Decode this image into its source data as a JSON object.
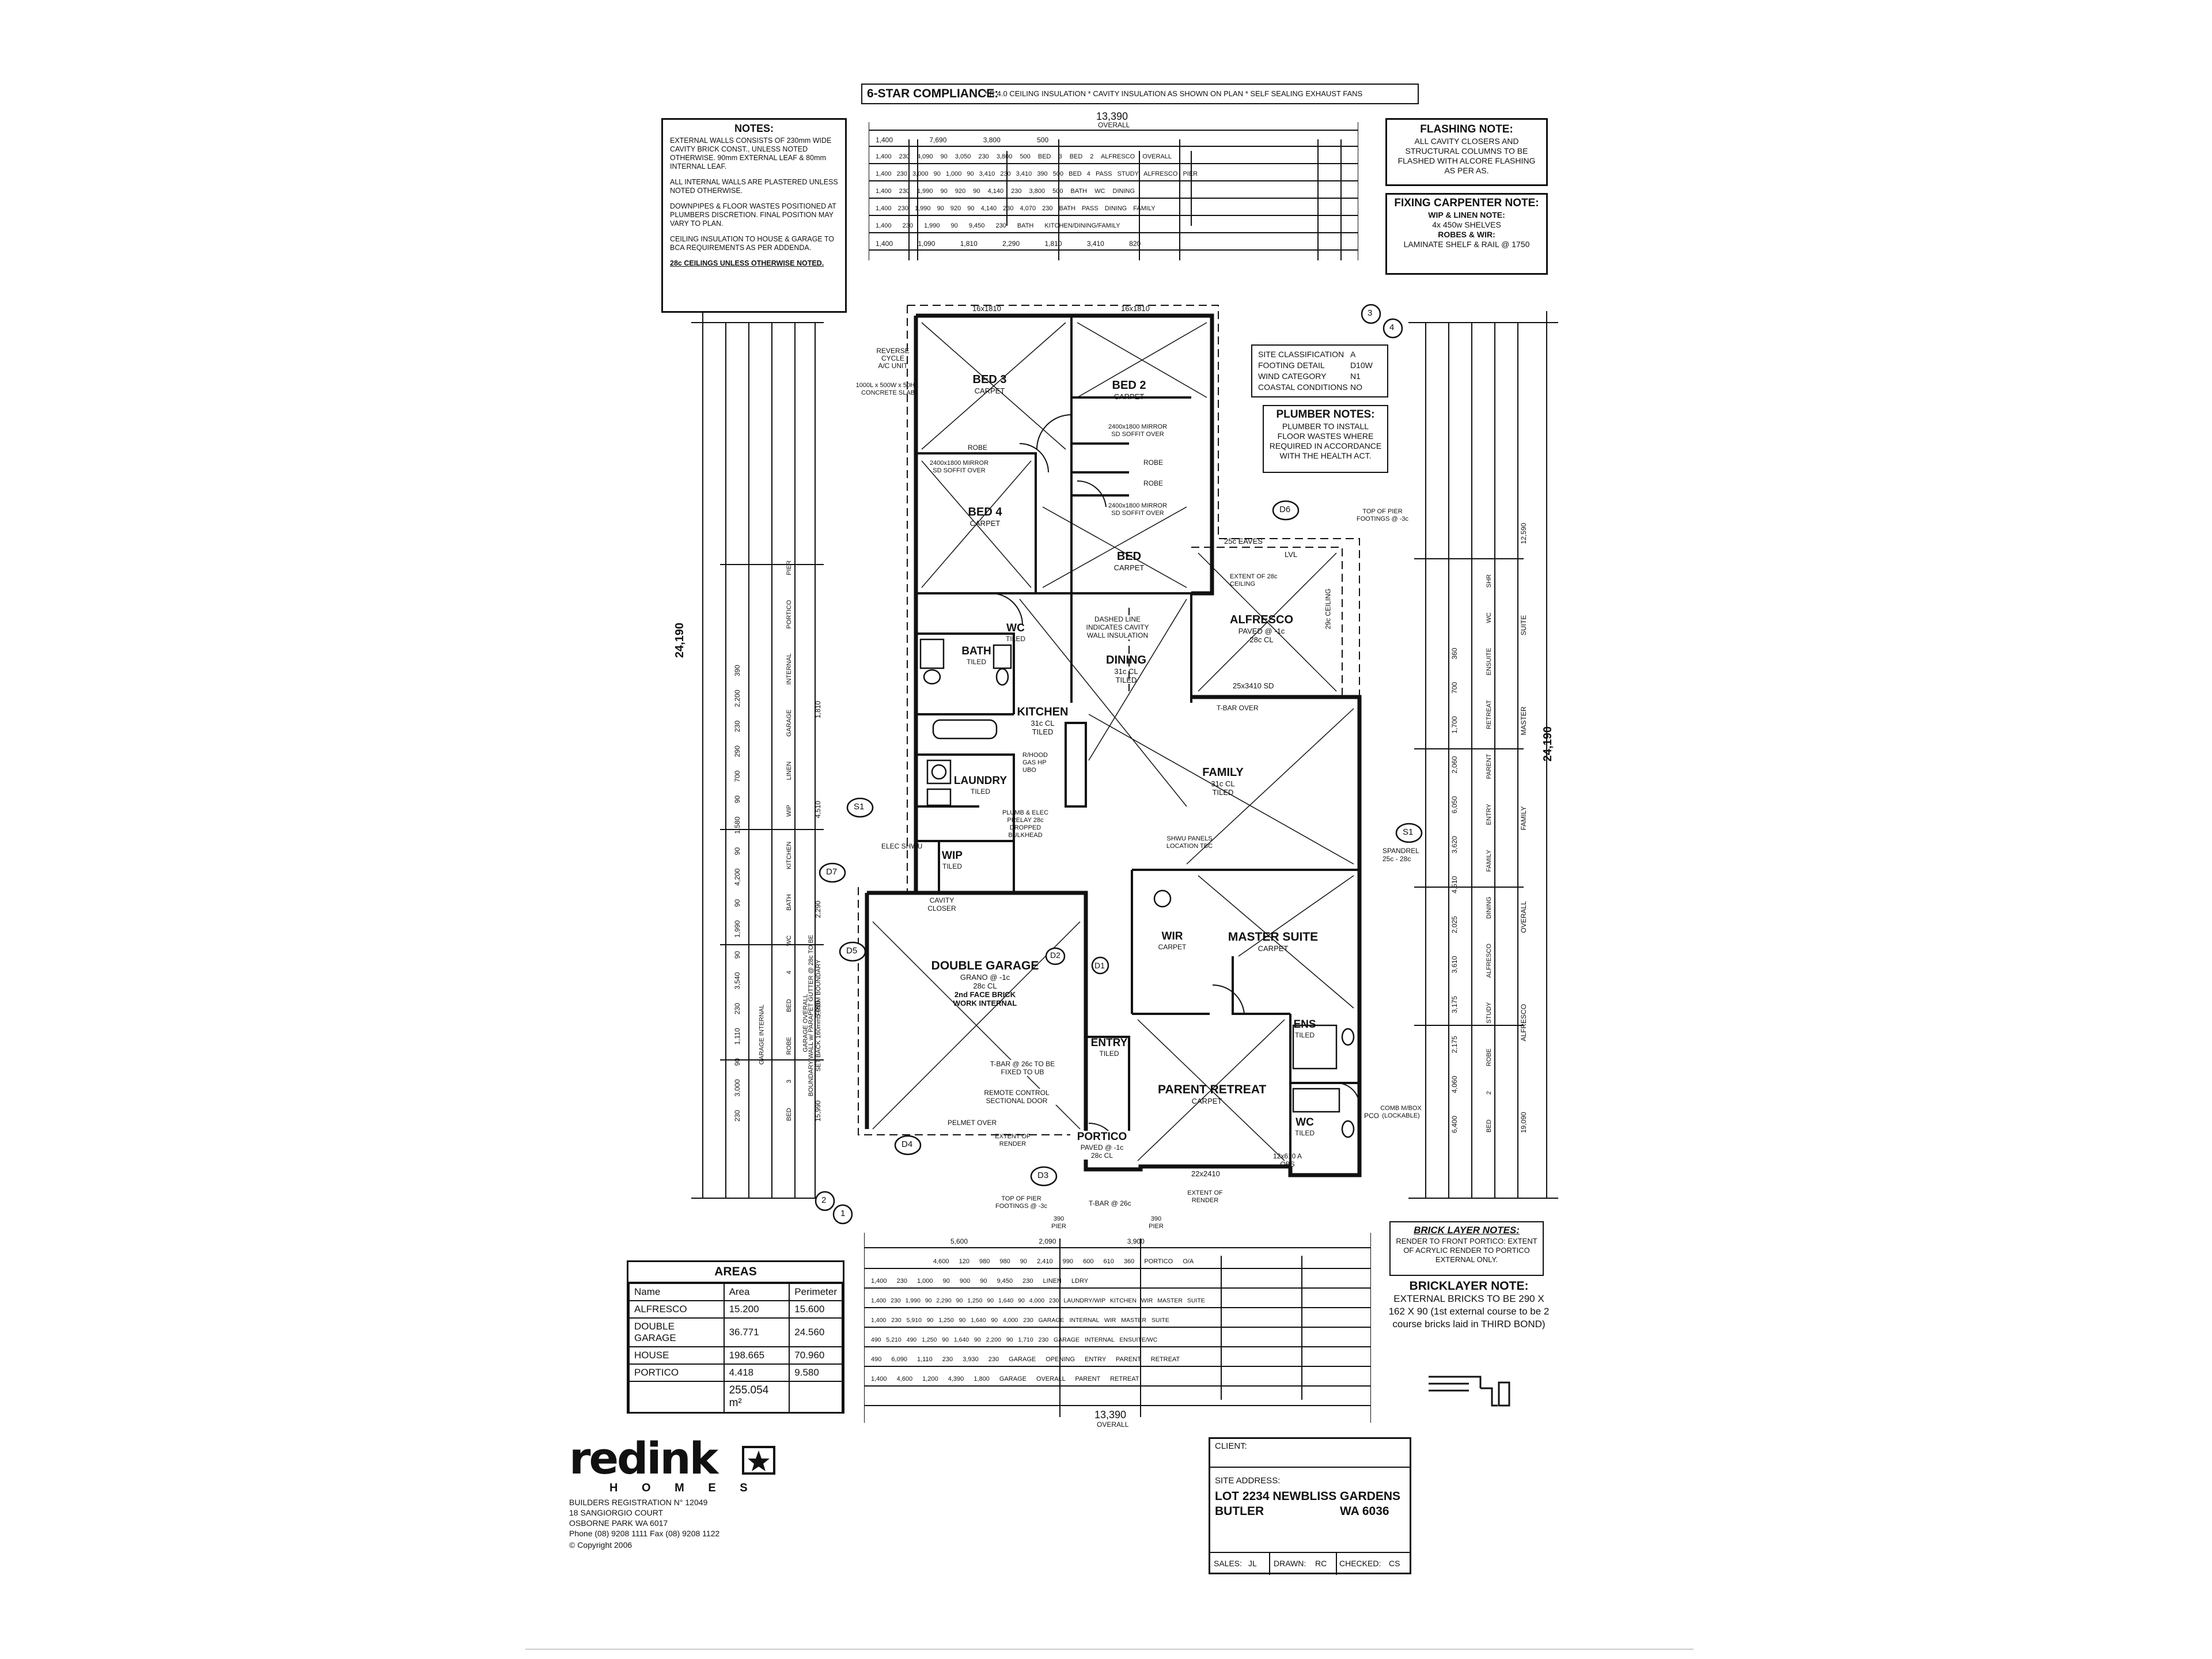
{
  "compliance": {
    "title": "6-STAR COMPLIANCE:",
    "text": "* R 4.0 CEILING INSULATION * CAVITY INSULATION AS SHOWN ON PLAN * SELF SEALING EXHAUST FANS"
  },
  "notes": {
    "title": "NOTES:",
    "paragraphs": [
      "EXTERNAL WALLS CONSISTS OF 230mm WIDE CAVITY BRICK CONST., UNLESS NOTED OTHERWISE. 90mm EXTERNAL LEAF & 80mm INTERNAL LEAF.",
      "ALL INTERNAL WALLS ARE PLASTERED UNLESS NOTED OTHERWISE.",
      "DOWNPIPES & FLOOR WASTES POSITIONED AT PLUMBERS DISCRETION. FINAL POSITION MAY VARY TO PLAN.",
      "CEILING INSULATION TO HOUSE & GARAGE TO BCA REQUIREMENTS AS PER ADDENDA.",
      "28c CEILINGS UNLESS OTHERWISE NOTED."
    ]
  },
  "flashing_note": {
    "title": "FLASHING NOTE:",
    "text": "ALL CAVITY CLOSERS AND STRUCTURAL COLUMNS TO BE FLASHED WITH ALCORE FLASHING AS PER AS."
  },
  "fixing_note": {
    "title": "FIXING CARPENTER NOTE:",
    "line1": "WIP & LINEN NOTE:",
    "line2": "4x 450w SHELVES",
    "line3": "ROBES & WIR:",
    "line4": "LAMINATE SHELF & RAIL @ 1750"
  },
  "site": {
    "rows": [
      {
        "label": "SITE CLASSIFICATION",
        "value": "A"
      },
      {
        "label": "FOOTING DETAIL",
        "value": "D10W"
      },
      {
        "label": "WIND CATEGORY",
        "value": "N1"
      },
      {
        "label": "COASTAL CONDITIONS",
        "value": "NO"
      }
    ]
  },
  "plumber_notes": {
    "title": "PLUMBER NOTES:",
    "text": "PLUMBER TO INSTALL FLOOR WASTES WHERE REQUIRED IN ACCORDANCE WITH THE HEALTH ACT."
  },
  "brick_layer_notes": {
    "title": "BRICK LAYER NOTES:",
    "text": "RENDER TO FRONT PORTICO: EXTENT OF ACRYLIC RENDER TO PORTICO EXTERNAL ONLY."
  },
  "bricklayer_note": {
    "title": "BRICKLAYER NOTE:",
    "text": "EXTERNAL BRICKS TO BE 290 X 162 X 90 (1st external course to be 2 course bricks laid in THIRD BOND)"
  },
  "areas": {
    "title": "AREAS",
    "headers": [
      "Name",
      "Area",
      "Perimeter"
    ],
    "rows": [
      [
        "ALFRESCO",
        "15.200",
        "15.600"
      ],
      [
        "DOUBLE GARAGE",
        "36.771",
        "24.560"
      ],
      [
        "HOUSE",
        "198.665",
        "70.960"
      ],
      [
        "PORTICO",
        "4.418",
        "9.580"
      ]
    ],
    "total": "255.054 m²"
  },
  "company": {
    "logo": "redink",
    "homes": "H O M E S",
    "registration": "BUILDERS REGISTRATION N° 12049",
    "address1": "18 SANGIORGIO COURT",
    "address2": "OSBORNE PARK WA 6017",
    "phone": "Phone (08) 9208 1111 Fax (08) 9208 1122",
    "copyright": "© Copyright 2006"
  },
  "titleblock": {
    "client_label": "CLIENT:",
    "site_label": "SITE ADDRESS:",
    "address_line1": "LOT 2234 NEWBLISS GARDENS",
    "address_line2": "BUTLER",
    "address_state": "WA 6036",
    "sales_label": "SALES:",
    "sales": "JL",
    "drawn_label": "DRAWN:",
    "drawn": "RC",
    "checked_label": "CHECKED:",
    "checked": "CS"
  },
  "dims": {
    "top_overall": "13,390",
    "overall_word": "OVERALL",
    "side_overall": "24,190",
    "top_rows": [
      "1,400   7,690   3,800   500",
      "1,400  230  4,090  90  3,050  230  3,800  500   BED 3   BED 2   ALFRESCO OVERALL",
      "1,400  230  3,000  90  1,000  90  3,410  230  3,410  390  500   BED 4   PASS   STUDY   ALFRESCO PIER",
      "1,400  230  1,990  90  920  90  4,140  230  3,800  500   BATH   WC   DINING",
      "1,400  230  1,990  90  920  90  4,140  230  4,070  230   BATH   PASS   DINING   FAMILY",
      "1,400  230  1,990  90  9,450  230   BATH   KITCHEN/DINING/FAMILY",
      "1,400  1,090  1,810  2,290  1,810  3,410  820"
    ],
    "bottom_rows": [
      "5,600   2,090   3,900",
      "4,600   120  980  980  90  2,410  990  600  610  360   PORTICO O/A",
      "1,400  230  1,000  90  900  90  9,450  230   LINEN  LDRY",
      "1,400  230  1,990  90  2,290  90  1,250  90  1,640  90  4,000  230   LAUNDRY/WIP  KITCHEN  WIR  MASTER SUITE",
      "1,400  230  5,910  90  1,250  90  1,640  90  4,000  230   GARAGE INTERNAL  WIR  MASTER SUITE",
      "490  5,210  490  1,250  90  1,640  90  2,200  90  1,710  230   GARAGE INTERNAL  ENSUITE/WC",
      "490  6,090  1,110  230  3,930  230   GARAGE OPENING  ENTRY  PARENT RETREAT",
      "1,400  4,600  1,200  4,390  1,800   GARAGE OVERALL  PARENT RETREAT"
    ],
    "left_cols": [
      "230  3,000  90  1,110  230  3,540  90  1,990  90  4,200  90  1,580  90  700  290  230  2,200  390",
      "BED 3  ROBE  BED 4  WC  BATH  KITCHEN  WIP  LINEN  GARAGE INTERNAL  PORTICO  PIER",
      "15,990   5,090   2,290   4,510   1,810"
    ],
    "right_cols": [
      "6,400   4,060   2,175   3,175   3,610   2,025   4,510   3,620   6,050   2,060   1,700   700  360",
      "BED 2  ROBE  STUDY  ALFRESCO  DINING  FAMILY  ENTRY  PARENT RETREAT  ENSUITE  WC  SHR",
      "19,090   ALFRESCO OVERALL   FAMILY   MASTER SUITE   12,590"
    ]
  },
  "rooms": {
    "bed3": {
      "name": "BED 3",
      "floor": "CARPET"
    },
    "bed2": {
      "name": "BED 2",
      "floor": "CARPET"
    },
    "bed4": {
      "name": "BED 4",
      "floor": "CARPET"
    },
    "bed": {
      "name": "BED",
      "floor": "CARPET"
    },
    "alfresco": {
      "name": "ALFRESCO",
      "floor": "PAVED @ -1c",
      "ceiling": "28c CL"
    },
    "dining": {
      "name": "DINING",
      "floor": "31c CL",
      "extra": "TILED"
    },
    "kitchen": {
      "name": "KITCHEN",
      "floor": "31c CL",
      "extra": "TILED"
    },
    "family": {
      "name": "FAMILY",
      "floor": "31c CL",
      "extra": "TILED"
    },
    "bath": {
      "name": "BATH",
      "floor": "TILED"
    },
    "wc": {
      "name": "WC",
      "floor": "TILED"
    },
    "laundry": {
      "name": "LAUNDRY",
      "floor": "TILED"
    },
    "wip": {
      "name": "WIP",
      "floor": "TILED"
    },
    "garage": {
      "name": "DOUBLE GARAGE",
      "floor": "GRANO @ -1c",
      "ceiling": "28c CL",
      "note1": "2nd FACE BRICK",
      "note2": "WORK INTERNAL"
    },
    "master": {
      "name": "MASTER SUITE",
      "floor": "CARPET"
    },
    "wir": {
      "name": "WIR",
      "floor": "CARPET"
    },
    "ens": {
      "name": "ENS",
      "floor": "TILED"
    },
    "wc2": {
      "name": "WC",
      "floor": "TILED"
    },
    "entry": {
      "name": "ENTRY",
      "floor": "TILED"
    },
    "parent": {
      "name": "PARENT RETREAT",
      "floor": "CARPET"
    },
    "portico": {
      "name": "PORTICO",
      "floor": "PAVED @ -1c",
      "ceiling": "28c CL"
    }
  },
  "annotations": {
    "window_top1": "16x1810",
    "window_top2": "16x1810",
    "ac": "REVERSE CYCLE A/C UNIT",
    "slab": "1000L x 500W x 50H CONCRETE SLAB",
    "robe": "ROBE",
    "mirror": "2400x1800 MIRROR SD SOFFIT OVER",
    "eaves": "25c EAVES",
    "lvl": "LVL",
    "extent28": "EXTENT OF 28c CEILING",
    "ceiling29": "29c CEILING",
    "cavity_dashed": "DASHED LINE INDICATES CAVITY WALL INSULATION",
    "sd_alfresco": "25x3410 SD",
    "tbar_over": "T-BAR OVER",
    "tbar_garage": "T-BAR @ 26c TO BE FIXED TO UB",
    "remote": "REMOTE CONTROL SECTIONAL DOOR",
    "pelmet": "PELMET OVER",
    "render1": "EXTENT OF RENDER",
    "render2": "EXTENT OF RENDER",
    "pier_top": "TOP OF PIER FOOTINGS @ -3c",
    "pier_top2": "TOP OF PIER FOOTINGS @ -3c",
    "tbar_portico": "T-BAR @ 26c",
    "pier1": "390 PIER",
    "pier2": "390 PIER",
    "cavity_closer": "CAVITY CLOSER",
    "elec_shwu": "ELEC SHWU",
    "shwu_panels": "SHWU PANELS LOCATION TBC",
    "spandrel": "SPANDREL 25c - 28c",
    "rhood": "R/HOOD GAS HP UBO",
    "plumb": "PLUMB & ELEC PRELAY 28c DROPPED BULKHEAD",
    "pco": "PCO",
    "comb": "COMB M/BOX (LOCKABLE)",
    "boundary": "BOUNDARY WALL w/ PARAPET GUTTER @ 28c TO BE SET BACK 160mm FROM BOUNDARY",
    "garage_internal": "GARAGE INTERNAL",
    "garage_overall": "GARAGE OVERALL",
    "window_bottom": "22x2410",
    "window_obs": "12x610 A OBS",
    "d1": "D1",
    "d2": "D2",
    "d3": "D3",
    "d4": "D4",
    "d5": "D5",
    "d6": "D6",
    "d7": "D7",
    "s1": "S1",
    "s1b": "S1",
    "g1": "1",
    "g2": "2",
    "g3": "3",
    "g4": "4"
  }
}
